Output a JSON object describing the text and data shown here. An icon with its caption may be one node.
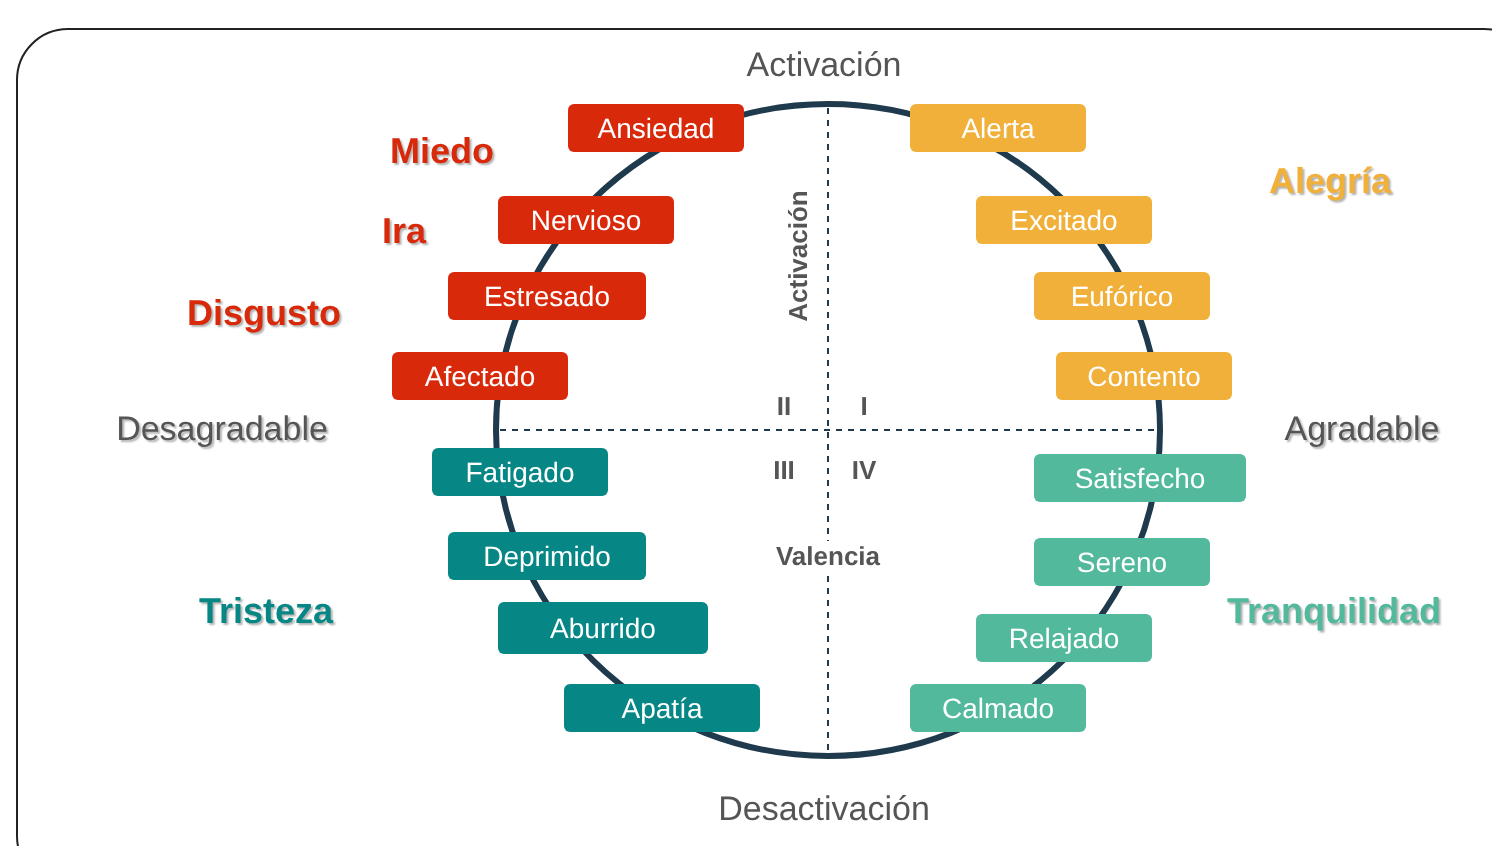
{
  "diagram": {
    "nodes": [
      {
        "text": [
          "Ansiedad"
        ]
      },
      {
        "text": [
          "Alerta"
        ]
      },
      {
        "text": [
          "Nervioso"
        ]
      },
      {
        "text": [
          "Excitado"
        ]
      },
      {
        "text": [
          "Estresado"
        ]
      },
      {
        "text": [
          "Eufórico"
        ]
      },
      {
        "text": [
          "Afectado"
        ]
      },
      {
        "text": [
          "Contento"
        ]
      },
      {
        "text": [
          "Fatigado"
        ]
      },
      {
        "text": [
          "Satisfecho"
        ]
      },
      {
        "text": [
          "Deprimido"
        ]
      },
      {
        "text": [
          "Sereno"
        ]
      },
      {
        "text": [
          "Aburrido"
        ]
      },
      {
        "text": [
          "Relajado"
        ]
      },
      {
        "text": [
          "Apatía"
        ]
      },
      {
        "text": [
          "Calmado"
        ]
      }
    ],
    "labels": [
      "Activación",
      "Miedo",
      "Alegría",
      "Ira",
      "Activación",
      "Disgusto",
      "II",
      "I",
      "Desagradable",
      "Agradable",
      "III",
      "IV",
      "Valencia",
      "Tristeza",
      "Tranquilidad",
      "Desactivación"
    ]
  }
}
